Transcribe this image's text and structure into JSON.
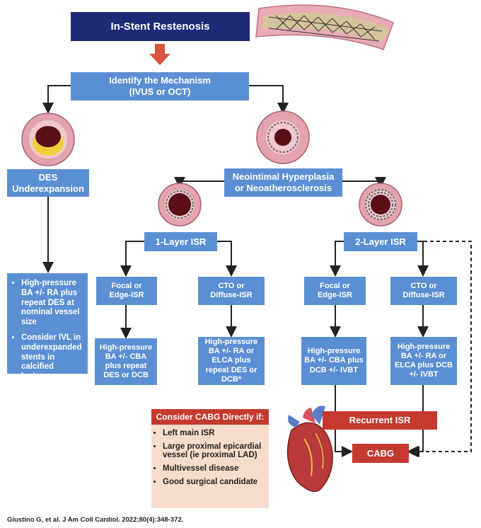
{
  "title": "In-Stent Restenosis",
  "identify": {
    "line1": "Identify the Mechanism",
    "line2": "(IVUS or OCT)"
  },
  "des": {
    "line1": "DES",
    "line2": "Underexpansion"
  },
  "des_recs": [
    "High-pressure BA +/- RA plus repeat DES at nominal vessel size",
    "Consider IVL in underexpanded stents in calcified lesions"
  ],
  "neo": {
    "line1": "Neointimal Hyperplasia",
    "line2": "or Neoatherosclerosis"
  },
  "layer1": "1-Layer ISR",
  "layer2": "2-Layer ISR",
  "focal1": {
    "line1": "Focal or",
    "line2": "Edge-ISR"
  },
  "cto1": {
    "line1": "CTO or",
    "line2": "Diffuse-ISR"
  },
  "focal2": {
    "line1": "Focal or",
    "line2": "Edge-ISR"
  },
  "cto2": {
    "line1": "CTO or",
    "line2": "Diffuse-ISR"
  },
  "tx_focal1": "High-pressure BA +/- CBA plus repeat DES or DCB",
  "tx_cto1": "High-pressure BA +/- RA or ELCA plus repeat  DES or DCB*",
  "tx_focal2": "High-pressure BA +/- CBA plus DCB +/- IVBT",
  "tx_cto2": "High-pressure BA +/- RA or ELCA plus DCB +/- IVBT",
  "recurrent": "Recurrent ISR",
  "cabg": "CABG",
  "consider_cabg": {
    "header": "Consider CABG Directly if:",
    "items": [
      "Left main ISR",
      "Large proximal epicardial vessel (ie proximal LAD)",
      "Multivessel disease",
      "Good surgical candidate"
    ]
  },
  "citation": "Giustino G, et al. J Am Coll Cardiol. 2022;80(4):348-372.",
  "colors": {
    "blue": "#5b8fd3",
    "navy": "#1e2a78",
    "red": "#c43a2e",
    "panel": "#f6dccb"
  }
}
